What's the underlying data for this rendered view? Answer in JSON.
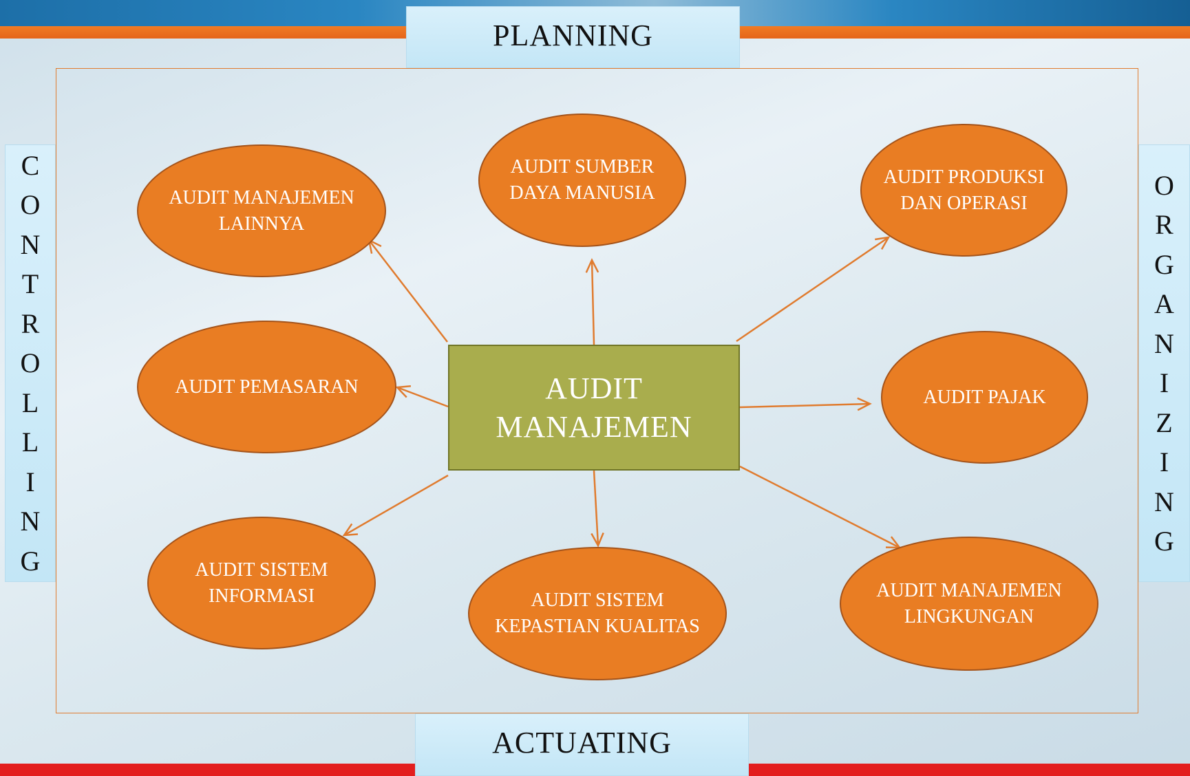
{
  "diagram": {
    "top_label": "PLANNING",
    "bottom_label": "ACTUATING",
    "left_label": [
      "C",
      "O",
      "N",
      "T",
      "R",
      "O",
      "L",
      "L",
      "I",
      "N",
      "G"
    ],
    "right_label": [
      "O",
      "R",
      "G",
      "A",
      "N",
      "I",
      "Z",
      "I",
      "N",
      "G"
    ],
    "center": {
      "label": "AUDIT MANAJEMEN"
    },
    "nodes": [
      {
        "id": "manajemen-lainnya",
        "label": "AUDIT MANAJEMEN LAINNYA"
      },
      {
        "id": "sumber-daya-manusia",
        "label": "AUDIT SUMBER DAYA MANUSIA"
      },
      {
        "id": "produksi-operasi",
        "label": "AUDIT PRODUKSI DAN OPERASI"
      },
      {
        "id": "pemasaran",
        "label": "AUDIT PEMASARAN"
      },
      {
        "id": "pajak",
        "label": "AUDIT PAJAK"
      },
      {
        "id": "sistem-informasi",
        "label": "AUDIT SISTEM INFORMASI"
      },
      {
        "id": "sistem-kepastian-kualitas",
        "label": "AUDIT SISTEM KEPASTIAN KUALITAS"
      },
      {
        "id": "manajemen-lingkungan",
        "label": "AUDIT MANAJEMEN LINGKUNGAN"
      }
    ],
    "edges": [
      {
        "from": "center",
        "to": "manajemen-lainnya"
      },
      {
        "from": "center",
        "to": "sumber-daya-manusia"
      },
      {
        "from": "center",
        "to": "produksi-operasi"
      },
      {
        "from": "center",
        "to": "pemasaran"
      },
      {
        "from": "center",
        "to": "pajak"
      },
      {
        "from": "center",
        "to": "sistem-informasi"
      },
      {
        "from": "center",
        "to": "sistem-kepastian-kualitas"
      },
      {
        "from": "center",
        "to": "manajemen-lingkungan"
      }
    ],
    "colors": {
      "node_fill": "#e97d23",
      "node_border": "#a4531a",
      "center_fill": "#a9ad4d",
      "center_border": "#6f7426",
      "arrow": "#e07b2e",
      "side_tab": "#c3e6f6",
      "top_bar": "#2a86c2",
      "top_stripe": "#f07b24",
      "bottom_stripe": "#e31e1e"
    }
  }
}
